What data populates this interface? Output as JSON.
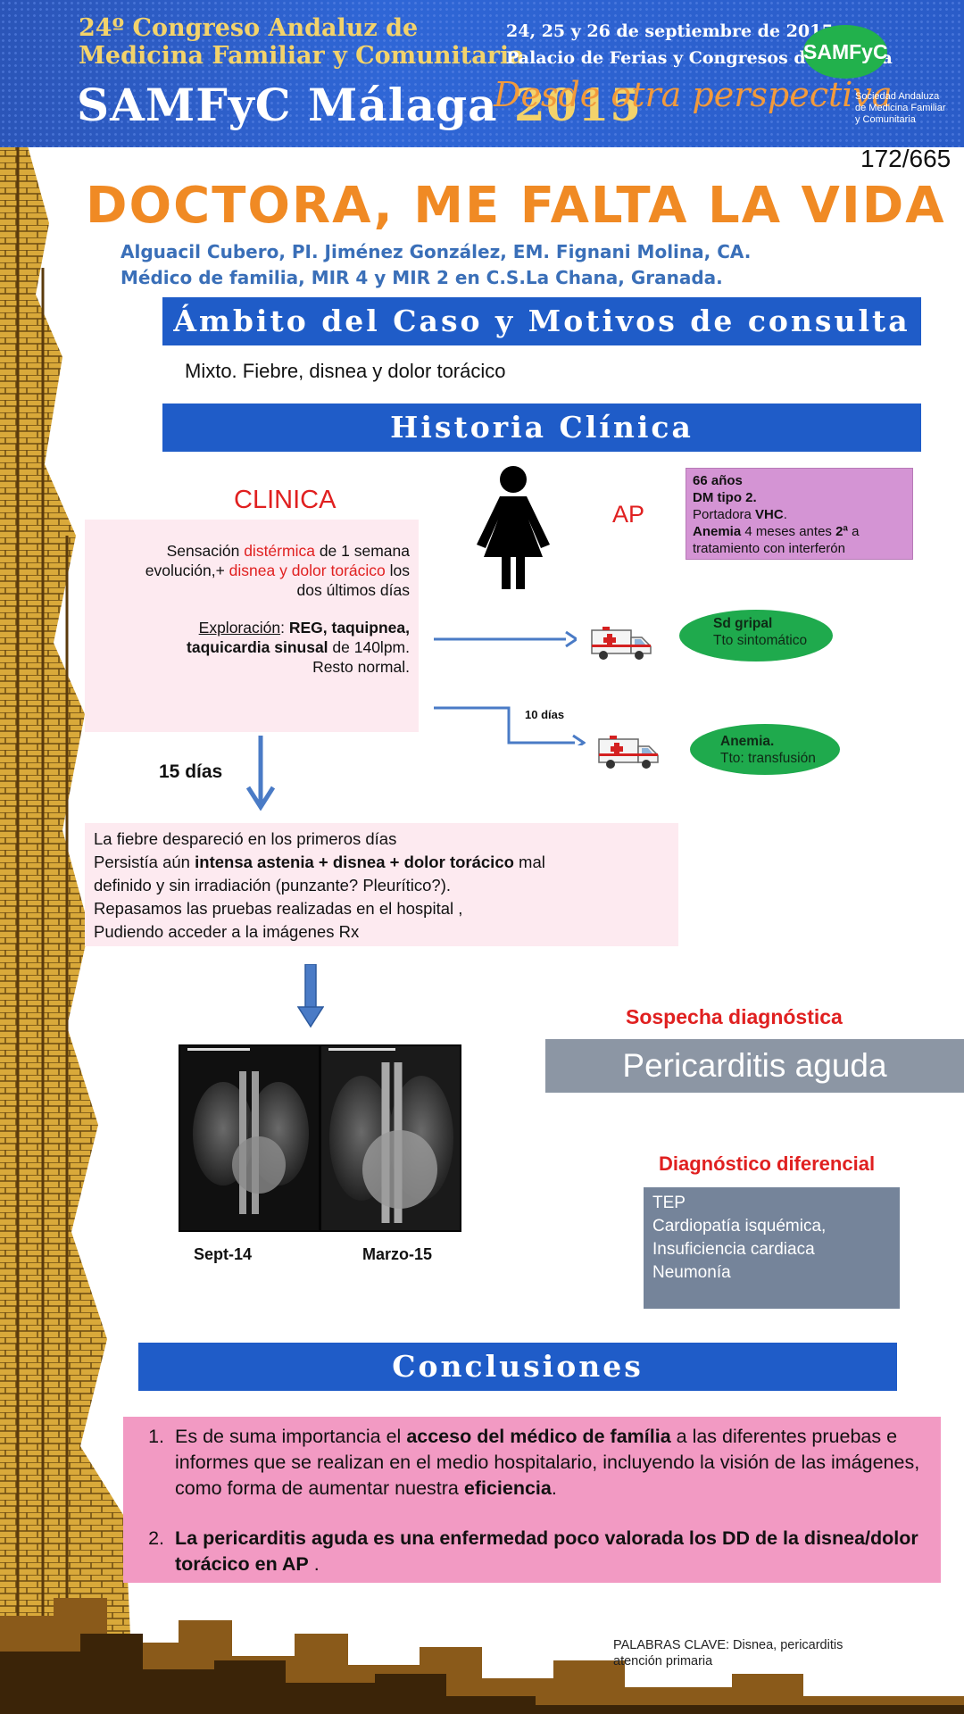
{
  "header": {
    "congress_line1": "24º Congreso  Andaluz de",
    "congress_line2": "Medicina Familiar y Comunitaria",
    "event_name": "SAMFyC Málaga",
    "event_year": "2015",
    "dates": "24, 25 y 26 de septiembre de 2015",
    "venue": "Palacio de Ferias y Congresos de Málaga",
    "slogan": "Desde otra perspectiva",
    "logo_text": "SAMFyC",
    "society_line1": "Sociedad Andaluza",
    "society_line2": "de Medicina Familiar",
    "society_line3": "y Comunitaria"
  },
  "poster_number": "172/665",
  "title": "DOCTORA, ME FALTA LA VIDA",
  "authors_line1": "Alguacil Cubero, PI. Jiménez González, EM. Fignani Molina, CA.",
  "authors_line2": "Médico de familia, MIR 4 y MIR 2 en C.S.La Chana, Granada.",
  "sections": {
    "ambito": "Ámbito del Caso y Motivos de consulta",
    "historia": "Historia Clínica",
    "conclusiones": "Conclusiones"
  },
  "motivos_text": "Mixto. Fiebre, disnea y dolor torácico",
  "clinica": {
    "heading": "CLINICA",
    "l1a": "Sensación ",
    "l1b": "distérmica",
    "l1c": " de 1 semana",
    "l2a": "evolución,+ ",
    "l2b": "disnea  y dolor torácico",
    "l2c": "  los",
    "l3": "dos últimos días",
    "explor_label": "Exploración",
    "explor_a": ": ",
    "explor_b": "REG, taquipnea,",
    "l5a": "taquicardia sinusal",
    "l5b": " de 140lpm.",
    "l6": "Resto normal."
  },
  "ap": {
    "heading": "AP",
    "age": "66 años",
    "dm": "DM tipo 2.",
    "vhc_a": "Portadora ",
    "vhc_b": "VHC",
    "vhc_c": ".",
    "anemia_a": "Anemia",
    "anemia_b": " 4 meses antes ",
    "anemia_c": "2ª",
    "anemia_d": " a",
    "anemia_line2": "tratamiento con interferón"
  },
  "visit1": {
    "title": "Sd gripal",
    "detail": "Tto sintomático"
  },
  "visit2": {
    "title": "Anemia.",
    "detail": "Tto: transfusión"
  },
  "interval_10": "10 días",
  "interval_15": "15 días",
  "evolution": {
    "l1": "La fiebre despareció en los primeros días",
    "l2a": "Persistía aún ",
    "l2b": "intensa astenia + disnea + dolor torácico",
    "l2c": " mal",
    "l3": "definido y sin irradiación (punzante? Pleurítico?).",
    "l4": "Repasamos las pruebas realizadas en el hospital ,",
    "l5": "Pudiendo acceder a la imágenes Rx"
  },
  "xray_captions": [
    "Sept-14",
    "Marzo-15"
  ],
  "suspicion_heading": "Sospecha diagnóstica",
  "diagnosis": "Pericarditis aguda",
  "differential": {
    "heading": "Diagnóstico diferencial",
    "items": [
      "TEP",
      "Cardiopatía isquémica,",
      "Insuficiencia cardiaca",
      "Neumonía"
    ]
  },
  "conclusions": {
    "c1_num": "1.",
    "c1a": "Es de suma importancia el ",
    "c1b": "acceso del médico de família",
    "c1c": " a las diferentes pruebas e informes que se realizan en el medio hospitalario, incluyendo la visión de las imágenes, como forma de aumentar nuestra ",
    "c1d": "eficiencia",
    "c1e": ".",
    "c2_num": "2.",
    "c2a": "La pericarditis aguda es una enfermedad poco valorada los DD de la disnea/dolor torácico en AP",
    "c2b": " ."
  },
  "keywords_line1": "PALABRAS CLAVE: Disnea, pericarditis",
  "keywords_line2": "atención primaria",
  "colors": {
    "section_bar": "#1f5cc8",
    "title_orange": "#f08a24",
    "red": "#e02020",
    "pink_box": "#fdeaf0",
    "ap_box": "#d494d4",
    "green_oval": "#1faa4d",
    "conclusion_box": "#f29ac3"
  },
  "icons": [
    "woman-icon",
    "ambulance-icon",
    "arrow-down-icon",
    "arrow-right-icon"
  ]
}
